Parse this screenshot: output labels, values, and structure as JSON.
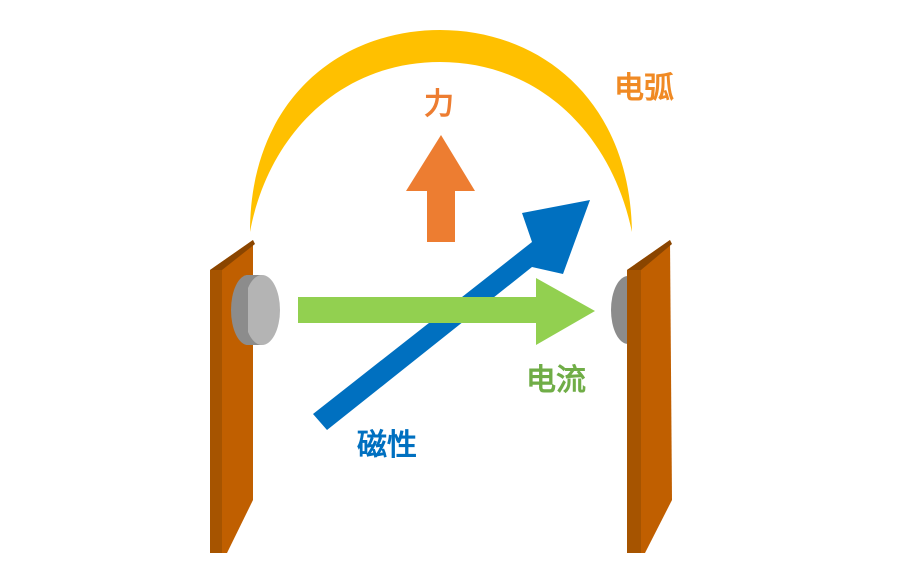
{
  "labels": {
    "force": "力",
    "arc": "电弧",
    "current": "电流",
    "magnetism": "磁性"
  },
  "colors": {
    "force": "#ED7D31",
    "arc_fill": "#FFC000",
    "arc_label": "#F08A24",
    "current": "#92D050",
    "current_label": "#70AD47",
    "magnetism": "#0070C0",
    "plate_front": "#A65400",
    "plate_side": "#C05F00",
    "plate_top": "#8A4500",
    "electrode_dark": "#8C8C8C",
    "electrode_light": "#B4B4B4"
  }
}
